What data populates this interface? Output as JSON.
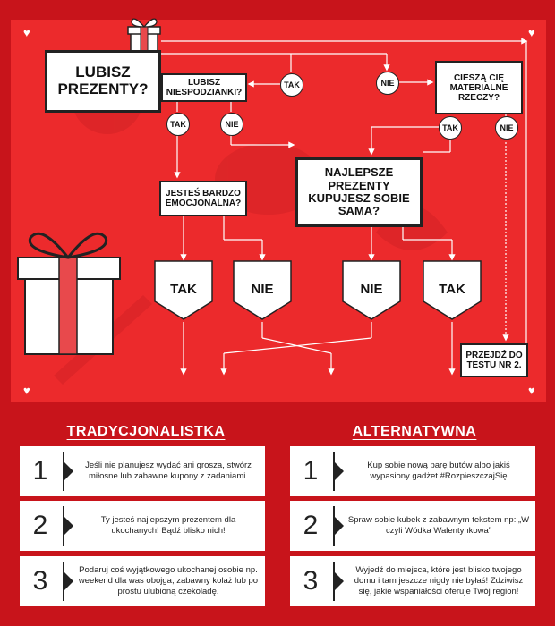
{
  "flow": {
    "start": "LUBISZ PREZENTY?",
    "q_surprise": "LUBISZ NIESPODZIANKI?",
    "q_material": "CIESZĄ CIĘ MATERIALNE RZECZY?",
    "q_emotional": "JESTEŚ BARDZO EMOCJONALNA?",
    "q_self": "NAJLEPSZE PREZENTY KUPUJESZ SOBIE SAMA?",
    "yes": "TAK",
    "no": "NIE",
    "test2": "PRZEJDŹ DO TESTU NR 2."
  },
  "columns": {
    "left_title": "TRADYCJONALISTKA",
    "right_title": "ALTERNATYWNA"
  },
  "left_cards": [
    {
      "num": "1",
      "text": "Jeśli nie planujesz wydać ani grosza, stwórz miłosne lub zabawne kupony z zadaniami."
    },
    {
      "num": "2",
      "text": "Ty jesteś najlepszym prezentem dla ukochanych! Bądź blisko nich!"
    },
    {
      "num": "3",
      "text": "Podaruj coś wyjątkowego ukochanej osobie np. weekend dla was obojga, zabawny kolaż lub po prostu ulubioną czekoladę."
    }
  ],
  "right_cards": [
    {
      "num": "1",
      "text": "Kup sobie nową parę butów albo jakiś wypasiony gadżet #RozpieszczajSię"
    },
    {
      "num": "2",
      "text": "Spraw sobie kubek z zabawnym tekstem np: „W czyli Wódka Walentynkowa”"
    },
    {
      "num": "3",
      "text": "Wyjedź do miejsca, które jest blisko twojego domu i tam jeszcze nigdy nie byłaś! Zdziwisz się, jakie wspaniałości oferuje Twój region!"
    }
  ],
  "colors": {
    "background": "#c8141b",
    "board": "#ec2a2c",
    "gift_ribbon": "#e8494c"
  }
}
